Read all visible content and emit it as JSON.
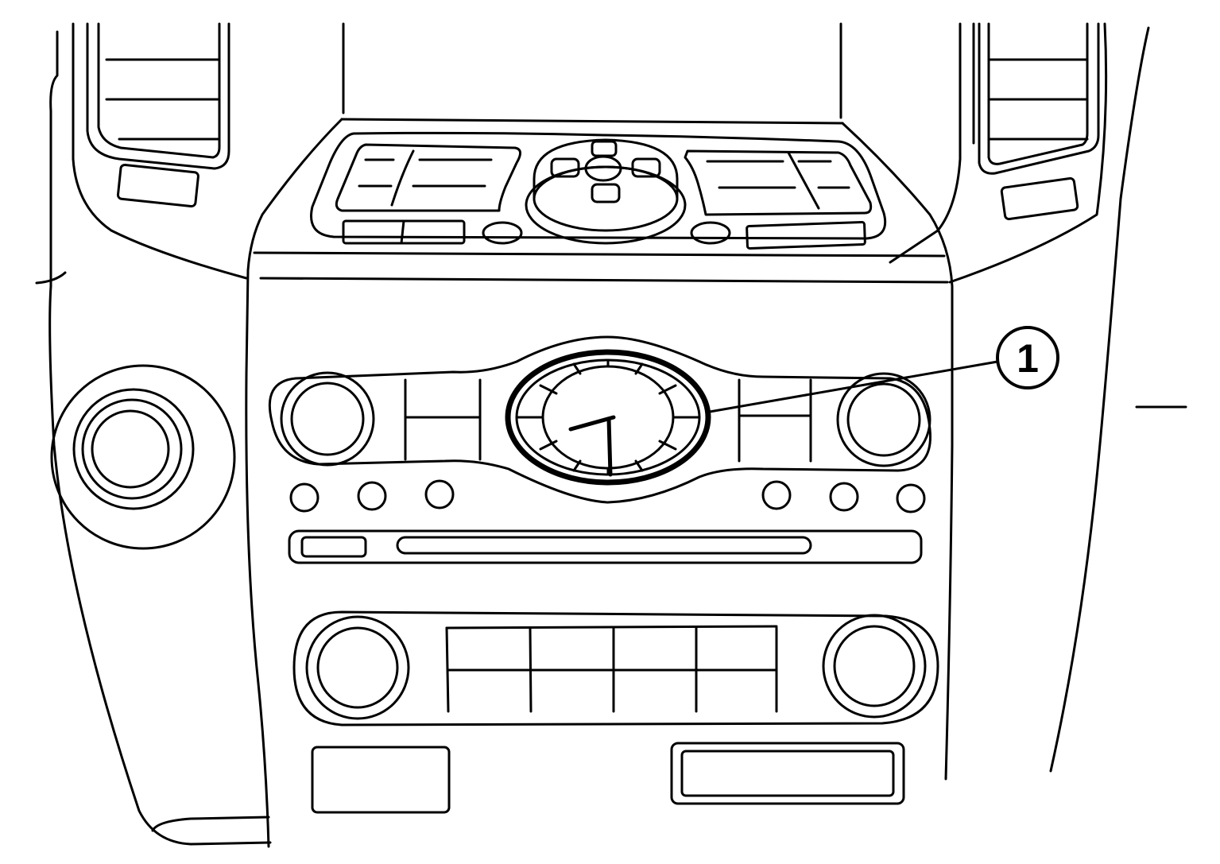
{
  "callouts": [
    {
      "label": "1",
      "target": "clock"
    }
  ],
  "clock": {
    "hour_hand": 8,
    "minute_hand": 30
  },
  "colors": {
    "line": "#000000",
    "background": "#ffffff"
  }
}
